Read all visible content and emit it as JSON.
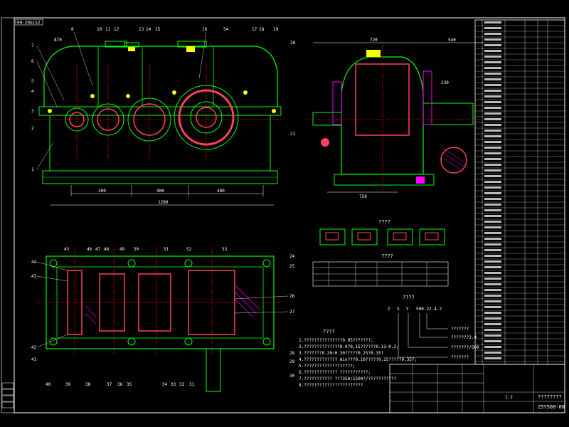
{
  "drawing_number_tag": "00-20G1S2",
  "title_block": {
    "name": "ZSY500-00",
    "scale_label": "1:2",
    "part_label": "????????"
  },
  "section_titles": {
    "lube_sketches": "????",
    "params_table": "????",
    "model_label": "????",
    "tech_requirements": "????"
  },
  "model_code": {
    "letters": [
      "Z",
      "S",
      "Y",
      "500-22.4-?"
    ],
    "notes": [
      "???????",
      "???????2.4",
      "???????/500",
      "???????"
    ]
  },
  "tech_requirements": [
    "1.???????????????0.05???????;",
    "2.??????????????0.070,15??????0.12~0.2;",
    "3.???????0.20~0.30?????0.25?0.35?",
    "4.????????????? min???0.10?????0.25?????0.35?;",
    "5.???????????????????;",
    "6.????????????? ???????????;",
    "7.??????????? ???350/1500?/???????????",
    "8.???????????????????????"
  ],
  "part_callouts_front": [
    "8",
    "10",
    "11",
    "12",
    "13",
    "14",
    "15",
    "16",
    "54",
    "17",
    "18",
    "19",
    "20",
    "7",
    "6",
    "5",
    "4",
    "3",
    "2",
    "1",
    "21"
  ],
  "part_callouts_plan": [
    "45",
    "46",
    "47",
    "48",
    "49",
    "50",
    "51",
    "52",
    "53",
    "24",
    "25",
    "44",
    "43",
    "26",
    "27",
    "42",
    "41",
    "40",
    "39",
    "38",
    "37",
    "36",
    "35",
    "34",
    "33",
    "32",
    "31",
    "30",
    "29",
    "28"
  ],
  "dimensions_front": [
    "870",
    "300",
    "400",
    "480",
    "1280"
  ],
  "dimensions_side": [
    "720",
    "540",
    "230",
    "750"
  ],
  "colors": {
    "background": "#000000",
    "outline": "#00ff00",
    "centerline": "#ff0000",
    "dimension": "#ffffff",
    "hatch": "#ff00ff",
    "accent": "#ffff00",
    "gear_fill": "#ff4060",
    "cyan": "#00ffff"
  }
}
